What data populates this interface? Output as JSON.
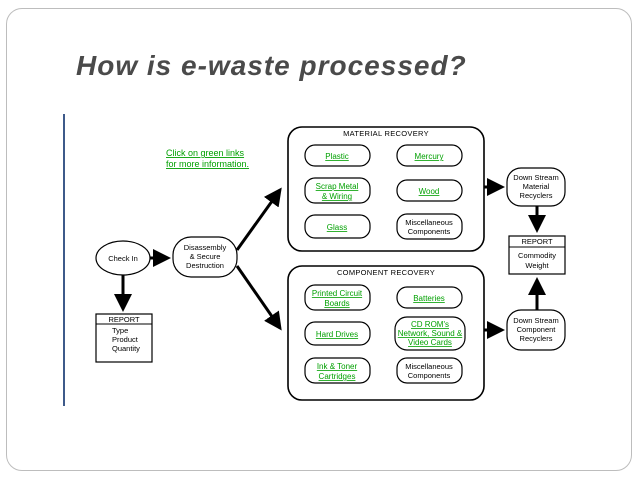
{
  "slide": {
    "title": "How is e-waste processed?"
  },
  "diagram": {
    "hint_lines": [
      "Click on green links",
      "for more information."
    ],
    "check_in": "Check In",
    "disassembly": [
      "Disassembly",
      "& Secure",
      "Destruction"
    ],
    "report_left": {
      "header": "REPORT",
      "items": [
        "Type",
        "Product",
        "Quantity"
      ]
    },
    "material_recovery": {
      "header": "MATERIAL RECOVERY",
      "plastic": "Plastic",
      "mercury": "Mercury",
      "scrap_metal": [
        "Scrap Metal",
        "& Wiring"
      ],
      "wood": "Wood",
      "glass": "Glass",
      "misc": [
        "Miscellaneous",
        "Components"
      ]
    },
    "component_recovery": {
      "header": "COMPONENT  RECOVERY",
      "printed_circuit": [
        "Printed Circuit",
        "Boards"
      ],
      "batteries": "Batteries",
      "hard_drives": "Hard Drives",
      "cd_rom": [
        "CD ROM's",
        "Network, Sound &",
        "Video Cards"
      ],
      "ink_toner": [
        "Ink & Toner",
        "Cartridges"
      ],
      "misc": [
        "Miscellaneous",
        "Components"
      ]
    },
    "material_recyclers": [
      "Down Stream",
      "Material",
      "Recyclers"
    ],
    "report_right": {
      "header": "REPORT",
      "items": [
        "Commodity",
        "Weight"
      ]
    },
    "component_recyclers": [
      "Down Stream",
      "Component",
      "Recyclers"
    ]
  },
  "colors": {
    "title": "#4a4a4a",
    "link_green": "#00a000",
    "frame_border": "#bdbdbd",
    "sidebar_line": "#3e5a8a"
  }
}
